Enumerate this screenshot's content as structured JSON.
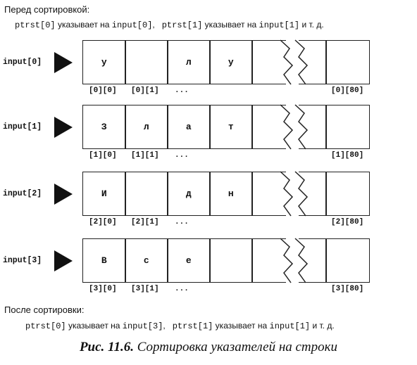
{
  "before": {
    "heading": "Перед сортировкой:",
    "a1": "ptrst[0]",
    "t1": " указывает на ",
    "b1": "input[0]",
    "sep": ",   ",
    "a2": "ptrst[1]",
    "t2": " указывает на ",
    "b2": "input[1]",
    "tail": " и т. д."
  },
  "rows": [
    {
      "label": "input[0]",
      "chars": [
        "у",
        "",
        "л",
        "у",
        ""
      ],
      "idx0": "[0][0]",
      "idx1": "[0][1]",
      "dots": "...",
      "idxLast": "[0][80]"
    },
    {
      "label": "input[1]",
      "chars": [
        "З",
        "л",
        "а",
        "т",
        ""
      ],
      "idx0": "[1][0]",
      "idx1": "[1][1]",
      "dots": "...",
      "idxLast": "[1][80]"
    },
    {
      "label": "input[2]",
      "chars": [
        "И",
        "",
        "д",
        "н",
        ""
      ],
      "idx0": "[2][0]",
      "idx1": "[2][1]",
      "dots": "...",
      "idxLast": "[2][80]"
    },
    {
      "label": "input[3]",
      "chars": [
        "В",
        "с",
        "е",
        "",
        ""
      ],
      "idx0": "[3][0]",
      "idx1": "[3][1]",
      "dots": "...",
      "idxLast": "[3][80]"
    }
  ],
  "after": {
    "heading": "После сортировки:",
    "a1": "ptrst[0]",
    "t1": " указывает на ",
    "b1": "input[3]",
    "sep": ",   ",
    "a2": "ptrst[1]",
    "t2": " указывает на ",
    "b2": "input[1]",
    "tail": " и т. д."
  },
  "caption": {
    "fig": "Рис. 11.6.",
    "text": " Сортировка указателей на строки"
  }
}
